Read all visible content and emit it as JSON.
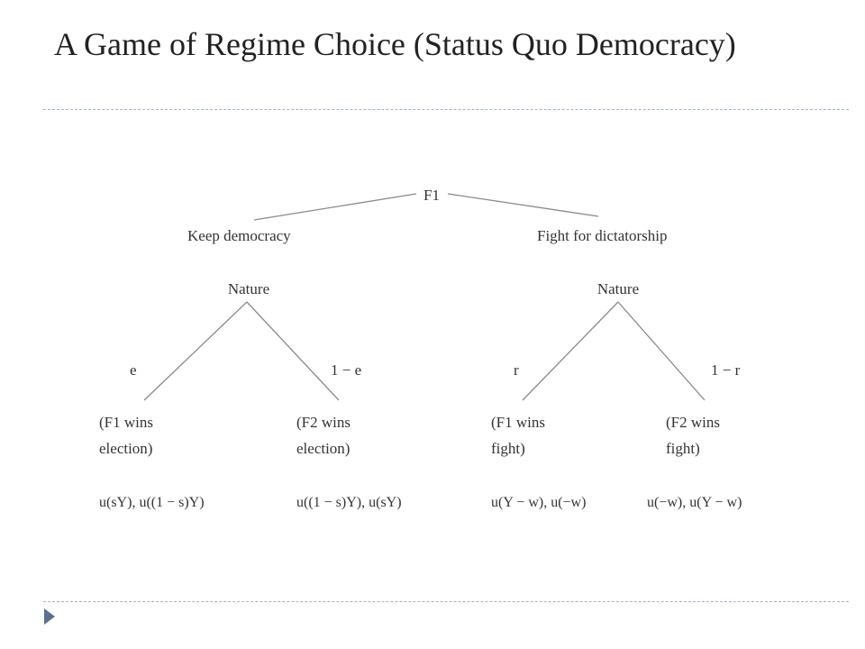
{
  "slide": {
    "title": "A Game of Regime Choice (Status Quo Democracy)"
  },
  "tree": {
    "root": "F1",
    "choice_left": "Keep democracy",
    "choice_right": "Fight for dictatorship",
    "nature_left": "Nature",
    "nature_right": "Nature",
    "prob_left_a": "e",
    "prob_left_b": "1 − e",
    "prob_right_a": "r",
    "prob_right_b": "1 − r",
    "outcomes": [
      {
        "line1": "(F1 wins",
        "line2": "election)",
        "payoff": "u(sY), u((1 − s)Y)"
      },
      {
        "line1": "(F2 wins",
        "line2": "election)",
        "payoff": "u((1 − s)Y), u(sY)"
      },
      {
        "line1": "(F1 wins",
        "line2": "fight)",
        "payoff": "u(Y − w), u(−w)"
      },
      {
        "line1": "(F2 wins",
        "line2": "fight)",
        "payoff": "u(−w), u(Y − w)"
      }
    ]
  }
}
